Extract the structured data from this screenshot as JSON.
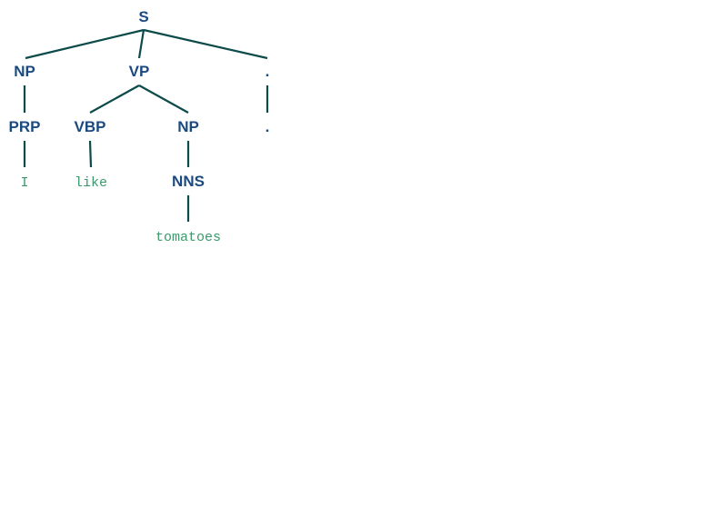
{
  "tree": {
    "root": "S",
    "root_children": [
      "NP",
      "VP",
      "."
    ],
    "subject": {
      "label": "NP",
      "pos": "PRP",
      "word": "I"
    },
    "verb_phrase": {
      "label": "VP",
      "verb": {
        "pos": "VBP",
        "word": "like"
      },
      "object": {
        "label": "NP",
        "pos": "NNS",
        "word": "tomatoes"
      }
    },
    "punct": {
      "label": ".",
      "pos": ".",
      "word": "."
    }
  },
  "colors": {
    "category": "#1a4a80",
    "word": "#3a9a6a",
    "edge": "#0d4a4a"
  }
}
